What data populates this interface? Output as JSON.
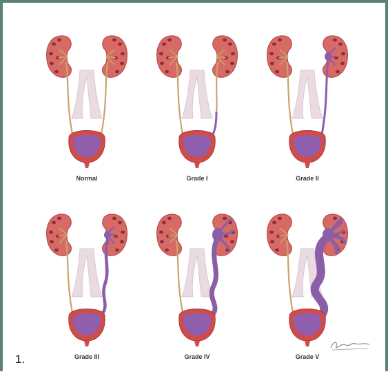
{
  "figure": {
    "number": "1.",
    "panels": [
      {
        "label": "Normal",
        "grade": 0
      },
      {
        "label": "Grade I",
        "grade": 1
      },
      {
        "label": "Grade II",
        "grade": 2
      },
      {
        "label": "Grade III",
        "grade": 3
      },
      {
        "label": "Grade IV",
        "grade": 4
      },
      {
        "label": "Grade V",
        "grade": 5
      }
    ]
  },
  "colors": {
    "frame": "#5b8271",
    "kidney": "#d86a66",
    "kidney_dark": "#b94a4a",
    "ureter": "#c9a46a",
    "reflux": "#8a5fa8",
    "bladder_wall": "#cf4c4a",
    "bladder_fill": "#8f5fae",
    "vessel": "#eadbe2"
  }
}
